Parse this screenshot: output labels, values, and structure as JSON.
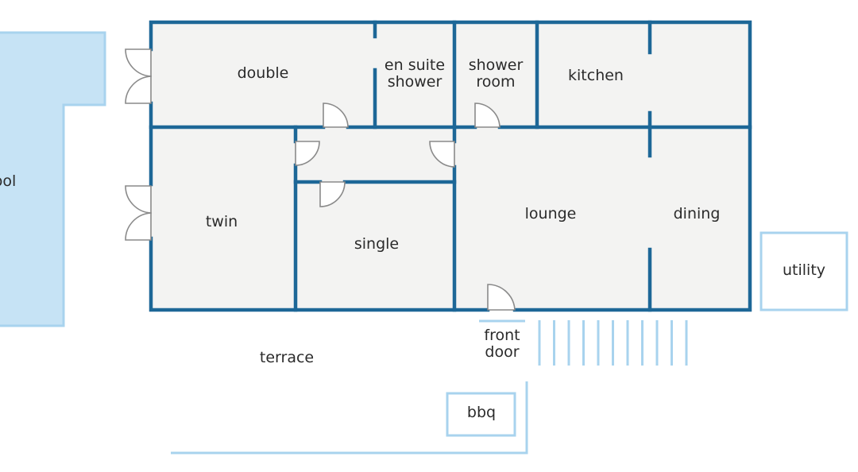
{
  "colors": {
    "wall": "#1d6797",
    "room_fill": "#f3f3f2",
    "pool_fill": "#c6e3f5",
    "light_line": "#a8d3ee",
    "door_line": "#8a8a8a",
    "text": "#2b2b2b"
  },
  "rooms": {
    "double": "double",
    "ensuite_line1": "en suite",
    "ensuite_line2": "shower",
    "shower_line1": "shower",
    "shower_line2": "room",
    "kitchen": "kitchen",
    "twin": "twin",
    "single": "single",
    "lounge": "lounge",
    "dining": "dining"
  },
  "outside": {
    "pool": "pool",
    "utility": "utility",
    "front_door_line1": "front",
    "front_door_line2": "door",
    "terrace": "terrace",
    "bbq": "bbq"
  }
}
